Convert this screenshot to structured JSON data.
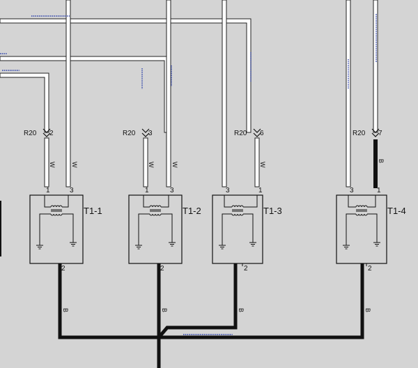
{
  "connector": "R20",
  "coils": [
    {
      "label": "T1-1",
      "pin_top_left": "1",
      "pin_top_right": "3",
      "pin_bottom": "2",
      "conn_pin": "2"
    },
    {
      "label": "T1-2",
      "pin_top_left": "1",
      "pin_top_right": "3",
      "pin_bottom": "2",
      "conn_pin": "3"
    },
    {
      "label": "T1-3",
      "pin_top_left": "3",
      "pin_top_right": "1",
      "pin_bottom": "2",
      "conn_pin": "6"
    },
    {
      "label": "T1-4",
      "pin_top_left": "3",
      "pin_top_right": "1",
      "pin_bottom": "2",
      "conn_pin": "7"
    }
  ],
  "wire_colors": {
    "white": "W",
    "black": "B"
  },
  "colors": {
    "background": "#d4d4d4",
    "wire_black": "#111111",
    "wire_white": "#ffffff",
    "tag_blue": "#2a3fa8"
  }
}
